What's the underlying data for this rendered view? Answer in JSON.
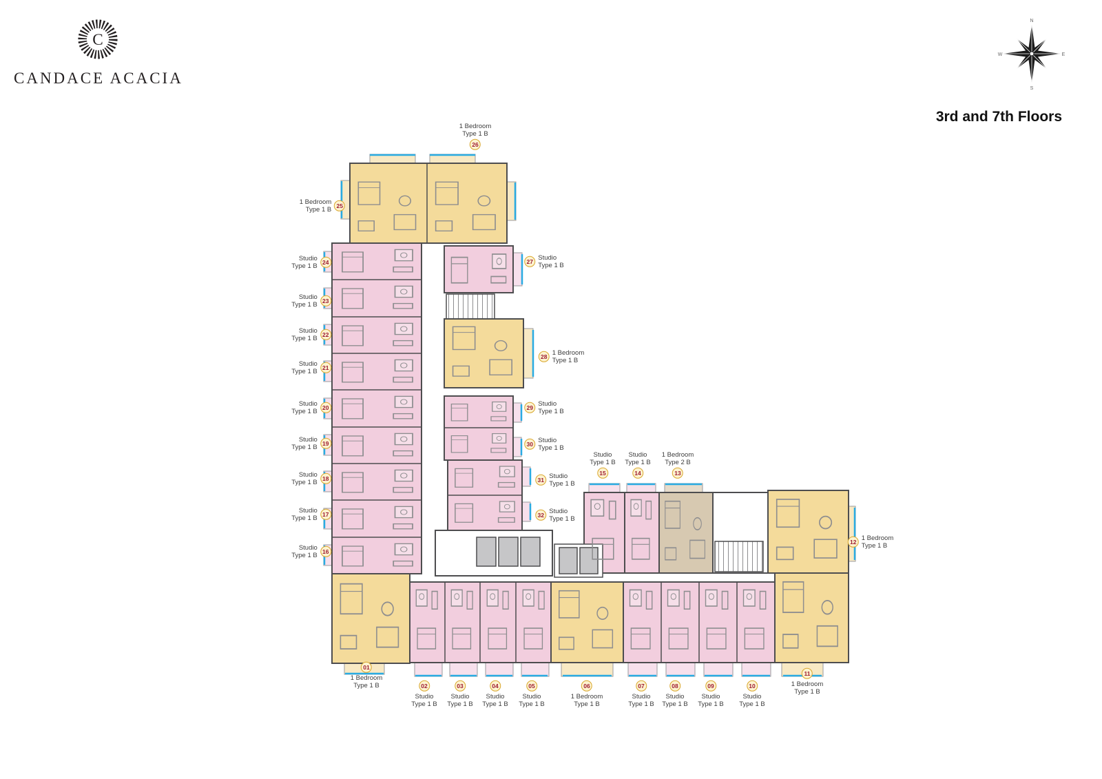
{
  "header": {
    "brand": "CANDACE ACACIA",
    "logo_monogram": "C",
    "floors_title": "3rd and 7th Floors",
    "compass_points": {
      "n": "N",
      "e": "E",
      "s": "S",
      "w": "W"
    }
  },
  "icons": {
    "logo_emblem": "sunburst-c-monogram",
    "compass": "compass-rose"
  },
  "palette": {
    "studio_fill": "#f2cede",
    "studio_balcony_fill": "#f7e0ec",
    "one_bedroom_fill": "#f4db9b",
    "one_bedroom_balcony_fill": "#f8e9c4",
    "two_bedroom_fill": "#d7c9b1",
    "wall": "#4d4d4f",
    "balcony_edge_blue": "#29abe2",
    "badge_fill": "#fdf3cf",
    "badge_border": "#d9a62c",
    "badge_text": "#9e1b32"
  },
  "units": [
    {
      "no": "01",
      "type": "1 Bedroom",
      "subtype": "Type 1 B"
    },
    {
      "no": "02",
      "type": "Studio",
      "subtype": "Type 1 B"
    },
    {
      "no": "03",
      "type": "Studio",
      "subtype": "Type 1 B"
    },
    {
      "no": "04",
      "type": "Studio",
      "subtype": "Type 1 B"
    },
    {
      "no": "05",
      "type": "Studio",
      "subtype": "Type 1 B"
    },
    {
      "no": "06",
      "type": "1 Bedroom",
      "subtype": "Type 1 B"
    },
    {
      "no": "07",
      "type": "Studio",
      "subtype": "Type 1 B"
    },
    {
      "no": "08",
      "type": "Studio",
      "subtype": "Type 1 B"
    },
    {
      "no": "09",
      "type": "Studio",
      "subtype": "Type 1 B"
    },
    {
      "no": "10",
      "type": "Studio",
      "subtype": "Type 1 B"
    },
    {
      "no": "11",
      "type": "1 Bedroom",
      "subtype": "Type 1 B"
    },
    {
      "no": "12",
      "type": "1 Bedroom",
      "subtype": "Type 1 B"
    },
    {
      "no": "13",
      "type": "1 Bedroom",
      "subtype": "Type 2 B"
    },
    {
      "no": "14",
      "type": "Studio",
      "subtype": "Type 1 B"
    },
    {
      "no": "15",
      "type": "Studio",
      "subtype": "Type 1 B"
    },
    {
      "no": "16",
      "type": "Studio",
      "subtype": "Type 1 B"
    },
    {
      "no": "17",
      "type": "Studio",
      "subtype": "Type 1 B"
    },
    {
      "no": "18",
      "type": "Studio",
      "subtype": "Type 1 B"
    },
    {
      "no": "19",
      "type": "Studio",
      "subtype": "Type 1 B"
    },
    {
      "no": "20",
      "type": "Studio",
      "subtype": "Type 1 B"
    },
    {
      "no": "21",
      "type": "Studio",
      "subtype": "Type 1 B"
    },
    {
      "no": "22",
      "type": "Studio",
      "subtype": "Type 1 B"
    },
    {
      "no": "23",
      "type": "Studio",
      "subtype": "Type 1 B"
    },
    {
      "no": "24",
      "type": "Studio",
      "subtype": "Type 1 B"
    },
    {
      "no": "25",
      "type": "1 Bedroom",
      "subtype": "Type 1 B"
    },
    {
      "no": "26",
      "type": "1 Bedroom",
      "subtype": "Type 1 B"
    },
    {
      "no": "27",
      "type": "Studio",
      "subtype": "Type 1 B"
    },
    {
      "no": "28",
      "type": "1 Bedroom",
      "subtype": "Type 1 B"
    },
    {
      "no": "29",
      "type": "Studio",
      "subtype": "Type 1 B"
    },
    {
      "no": "30",
      "type": "Studio",
      "subtype": "Type 1 B"
    },
    {
      "no": "31",
      "type": "Studio",
      "subtype": "Type 1 B"
    },
    {
      "no": "32",
      "type": "Studio",
      "subtype": "Type 1 B"
    }
  ]
}
